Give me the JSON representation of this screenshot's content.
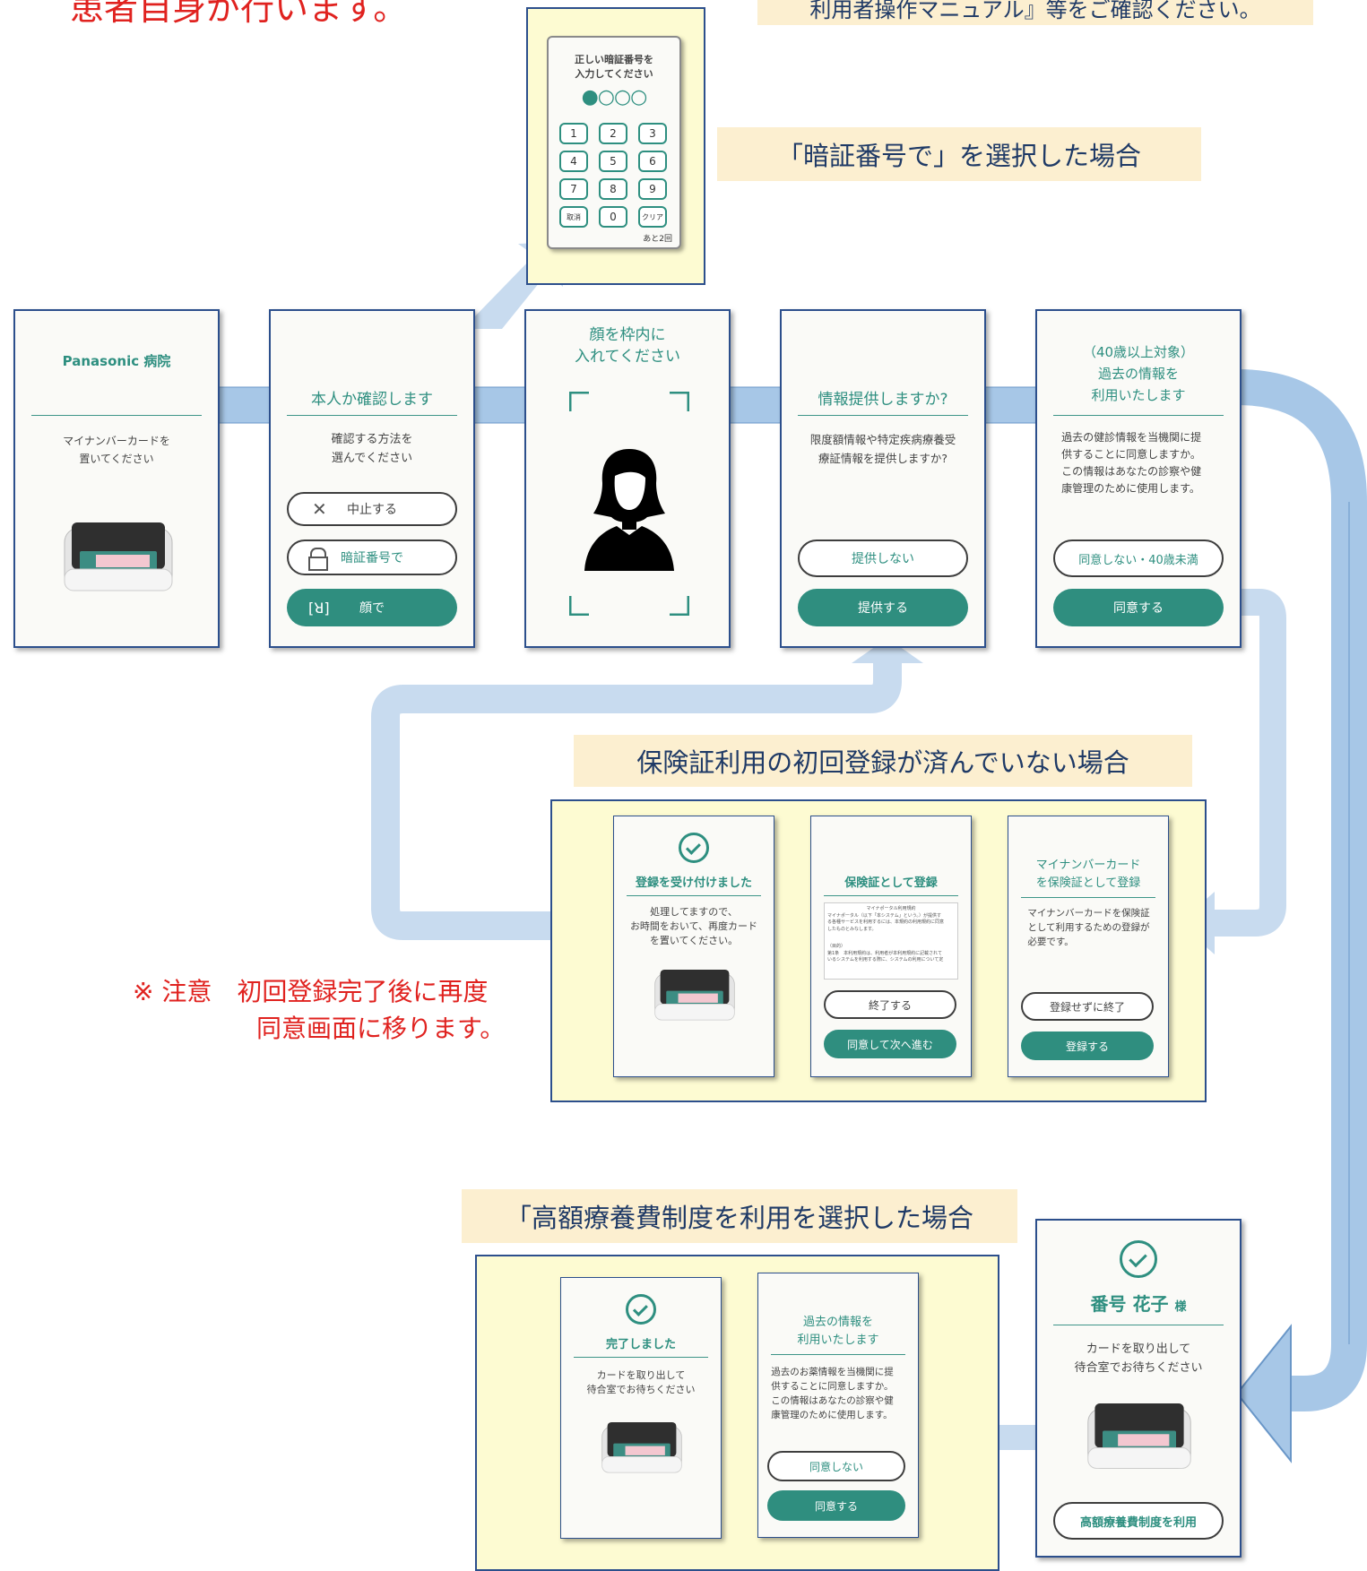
{
  "header": {
    "left_text": "患者自身が行います。",
    "right_text": "利用者操作マニュアル』等をご確認ください。"
  },
  "banners": {
    "pin_selected": "「暗証番号で」を選択した場合",
    "not_registered": "保険証利用の初回登録が済んでいない場合",
    "high_cost": "「高額療養費制度を利用を選択した場合"
  },
  "note": {
    "line1": "※ 注意　初回登録完了後に再度",
    "line2": "同意画面に移ります。"
  },
  "pin_screen": {
    "title_l1": "正しい暗証番号を",
    "title_l2": "入力してください",
    "dots": "●○○○",
    "keys": [
      "1",
      "2",
      "3",
      "4",
      "5",
      "6",
      "7",
      "8",
      "9",
      "取消",
      "0",
      "クリア"
    ],
    "remaining": "あと2回"
  },
  "screen1": {
    "hospital": "Panasonic 病院",
    "msg_l1": "マイナンバーカードを",
    "msg_l2": "置いてください"
  },
  "screen2": {
    "title": "本人か確認します",
    "msg_l1": "確認する方法を",
    "msg_l2": "選んでください",
    "btn_cancel": "中止する",
    "btn_pin": "暗証番号で",
    "btn_face": "顔で"
  },
  "screen3": {
    "title_l1": "顔を枠内に",
    "title_l2": "入れてください"
  },
  "screen4": {
    "title": "情報提供しますか?",
    "msg_l1": "限度額情報や特定疾病療養受",
    "msg_l2": "療証情報を提供しますか?",
    "btn_no": "提供しない",
    "btn_yes": "提供する"
  },
  "screen5": {
    "title_l1": "（40歳以上対象）",
    "title_l2": "過去の情報を",
    "title_l3": "利用いたします",
    "msg_l1": "過去の健診情報を当機関に提",
    "msg_l2": "供することに同意しますか。",
    "msg_l3": "この情報はあなたの診察や健",
    "msg_l4": "康管理のために使用します。",
    "btn_no": "同意しない・40歳未満",
    "btn_yes": "同意する"
  },
  "reg_done": {
    "title": "登録を受け付けました",
    "msg_l1": "処理してますので、",
    "msg_l2": "お時間をおいて、再度カード",
    "msg_l3": "を置いてください。"
  },
  "reg_terms": {
    "title": "保険証として登録",
    "terms_title": "マイナポータル利用規約",
    "terms_l1": "マイナポータル（以下「本システム」という。）が提供す",
    "terms_l2": "る各種サービスを利用するには、本規約の利用規約に同意",
    "terms_l3": "したものとみなします。",
    "terms_l4": "（目的）",
    "terms_l5": "第1条　本利用規約は、利用者が本利用規約に記載されて",
    "terms_l6": "いるシステムを利用する際に、システムの利用について定",
    "btn_end": "終了する",
    "btn_next": "同意して次へ進む"
  },
  "reg_start": {
    "title_l1": "マイナンバーカード",
    "title_l2": "を保険証として登録",
    "msg_l1": "マイナンバーカードを保険証",
    "msg_l2": "として利用するための登録が",
    "msg_l3": "必要です。",
    "btn_skip": "登録せずに終了",
    "btn_reg": "登録する"
  },
  "final_screen": {
    "name": "番号 花子",
    "suffix": "様",
    "msg_l1": "カードを取り出して",
    "msg_l2": "待合室でお待ちください",
    "btn_highcost": "高額療養費制度を利用"
  },
  "past_med": {
    "title_l1": "過去の情報を",
    "title_l2": "利用いたします",
    "msg_l1": "過去のお薬情報を当機関に提",
    "msg_l2": "供することに同意しますか。",
    "msg_l3": "この情報はあなたの診察や健",
    "msg_l4": "康管理のために使用します。",
    "btn_no": "同意しない",
    "btn_yes": "同意する"
  },
  "completed": {
    "title": "完了しました",
    "msg_l1": "カードを取り出して",
    "msg_l2": "待合室でお待ちください"
  },
  "colors": {
    "teal": "#2f8e7f",
    "panel_border": "#2c4f8c",
    "flow_arrow": "#a7c7e7",
    "banner_bg": "#fcefd0",
    "note_red": "#e0221f"
  }
}
